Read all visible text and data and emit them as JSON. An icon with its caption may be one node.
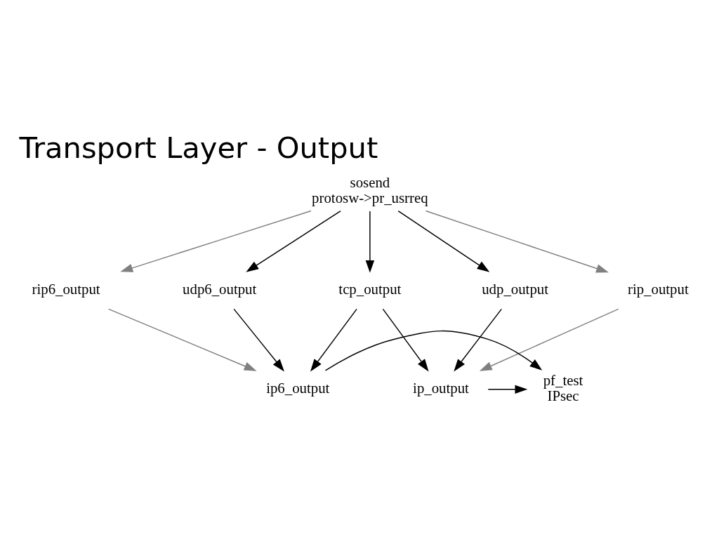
{
  "diagram": {
    "title": "Transport Layer - Output",
    "nodes": [
      {
        "text": [
          "sosend",
          "protosw->pr_usrreq"
        ]
      },
      {
        "text": [
          "rip6_output"
        ]
      },
      {
        "text": [
          "udp6_output"
        ]
      },
      {
        "text": [
          "tcp_output"
        ]
      },
      {
        "text": [
          "udp_output"
        ]
      },
      {
        "text": [
          "rip_output"
        ]
      },
      {
        "text": [
          "ip6_output"
        ]
      },
      {
        "text": [
          "pf_test",
          "IPsec"
        ]
      },
      {
        "text": [
          "ip_output"
        ]
      }
    ],
    "edges": [
      {
        "from": 0,
        "to": 1,
        "arrow": "to",
        "color": "#808080"
      },
      {
        "from": 0,
        "to": 2,
        "arrow": "to"
      },
      {
        "from": 0,
        "to": 3,
        "arrow": "to"
      },
      {
        "from": 0,
        "to": 4,
        "arrow": "to"
      },
      {
        "from": 0,
        "to": 5,
        "arrow": "to",
        "color": "#808080"
      },
      {
        "from": 1,
        "to": 6,
        "arrow": "to",
        "color": "#808080"
      },
      {
        "from": 2,
        "to": 6,
        "arrow": "to"
      },
      {
        "from": 3,
        "to": 6,
        "arrow": "to"
      },
      {
        "from": 3,
        "to": 8,
        "arrow": "to"
      },
      {
        "from": 4,
        "to": 8,
        "arrow": "to"
      },
      {
        "from": 5,
        "to": 8,
        "arrow": "to",
        "color": "#808080"
      },
      {
        "from": 6,
        "to": 7,
        "arrow": "to"
      },
      {
        "from": 8,
        "to": 7,
        "arrow": "to"
      }
    ]
  }
}
